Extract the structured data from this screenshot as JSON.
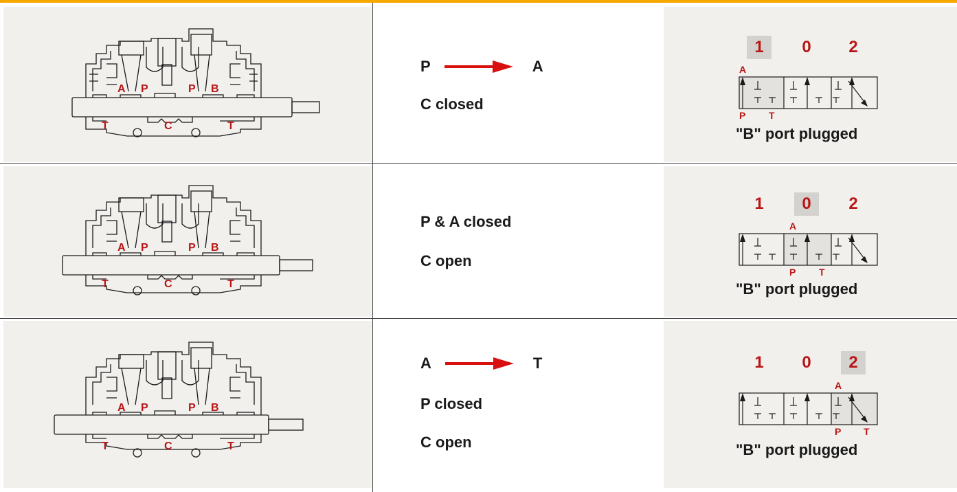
{
  "colors": {
    "accent_bar": "#f5a800",
    "port_red": "#b81616",
    "panel_bg": "#f2f0ed",
    "highlight": "#d4d2cf"
  },
  "rows": [
    {
      "valve_ports": {
        "a": "A",
        "p1": "P",
        "p2": "P",
        "b": "B",
        "t1": "T",
        "c": "C",
        "t2": "T"
      },
      "flow": {
        "from": "P",
        "to": "A"
      },
      "lines": [
        "C closed"
      ],
      "positions": [
        "1",
        "0",
        "2"
      ],
      "active_position": "1",
      "symbol_ports": {
        "a": "A",
        "p": "P",
        "t": "T"
      },
      "plug_note": "\"B\" port plugged"
    },
    {
      "valve_ports": {
        "a": "A",
        "p1": "P",
        "p2": "P",
        "b": "B",
        "t1": "T",
        "c": "C",
        "t2": "T"
      },
      "lines": [
        "P & A closed",
        "C open"
      ],
      "positions": [
        "1",
        "0",
        "2"
      ],
      "active_position": "0",
      "symbol_ports": {
        "a": "A",
        "p": "P",
        "t": "T"
      },
      "plug_note": "\"B\" port plugged"
    },
    {
      "valve_ports": {
        "a": "A",
        "p1": "P",
        "p2": "P",
        "b": "B",
        "t1": "T",
        "c": "C",
        "t2": "T"
      },
      "flow": {
        "from": "A",
        "to": "T"
      },
      "lines": [
        "P closed",
        "C open"
      ],
      "positions": [
        "1",
        "0",
        "2"
      ],
      "active_position": "2",
      "symbol_ports": {
        "a": "A",
        "p": "P",
        "t": "T"
      },
      "plug_note": "\"B\" port plugged"
    }
  ]
}
